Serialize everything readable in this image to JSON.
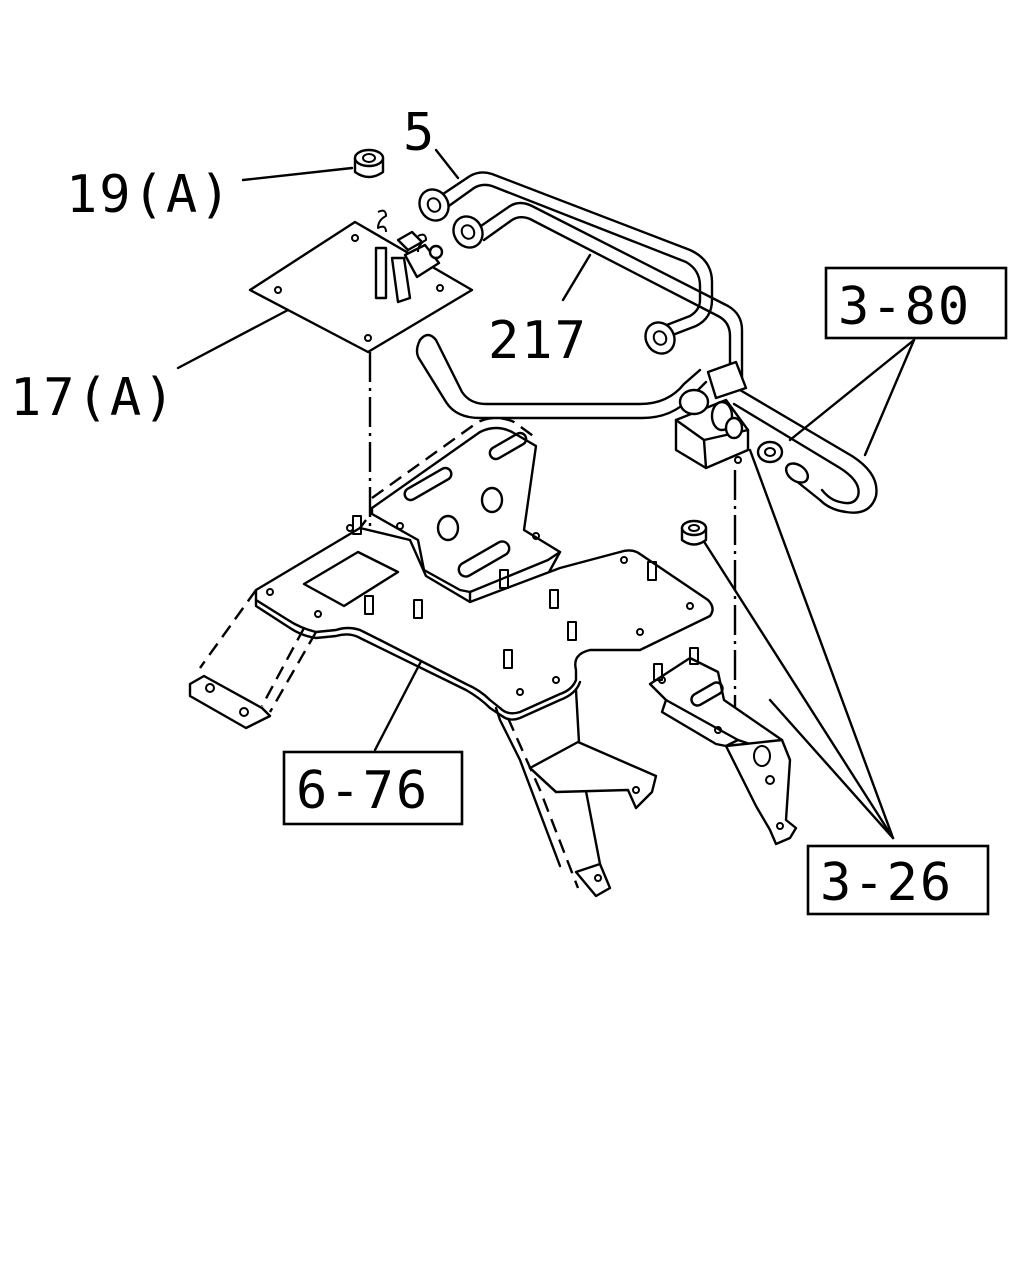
{
  "labels": {
    "nut_19a": "19(A)",
    "plate_17a": "17(A)",
    "pipe_5": "5",
    "pipe_217": "217"
  },
  "refs": {
    "ref_3_80": "3-80",
    "ref_3_26": "3-26",
    "ref_6_76": "6-76"
  }
}
